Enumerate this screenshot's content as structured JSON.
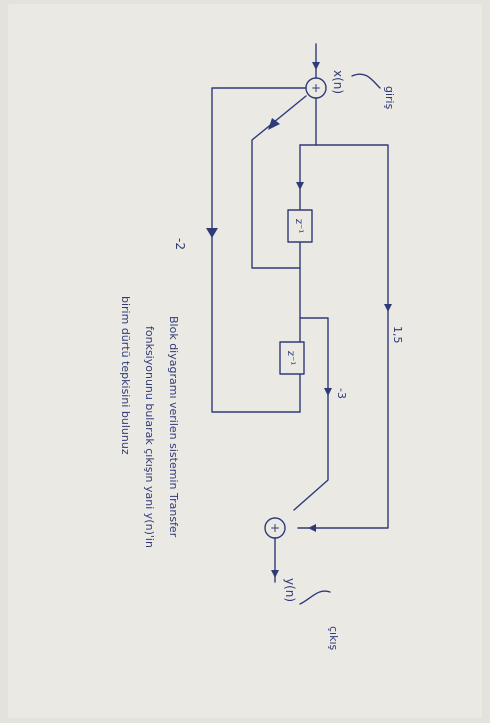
{
  "diagram": {
    "input_label": "x(n)",
    "input_note": "giriş",
    "adder_top_symbol": "+",
    "adder_bottom_symbol": "+",
    "delay1_label": "z⁻¹",
    "delay2_label": "z⁻¹",
    "gain_feedback": "-2",
    "gain_feedforward": "1,5",
    "gain_middle": "-3",
    "output_label": "y(n)",
    "output_note": "çıkış"
  },
  "instructions": {
    "line1": "Blok diyagramı verilen sistemin Transfer",
    "line2": "fonksiyonunu bularak çıkışın yani y(n)'in",
    "line3": "birim dürtü tepkisini bulunuz"
  },
  "colors": {
    "paper": "#ebe9e4",
    "ink": "#2f3b78"
  }
}
